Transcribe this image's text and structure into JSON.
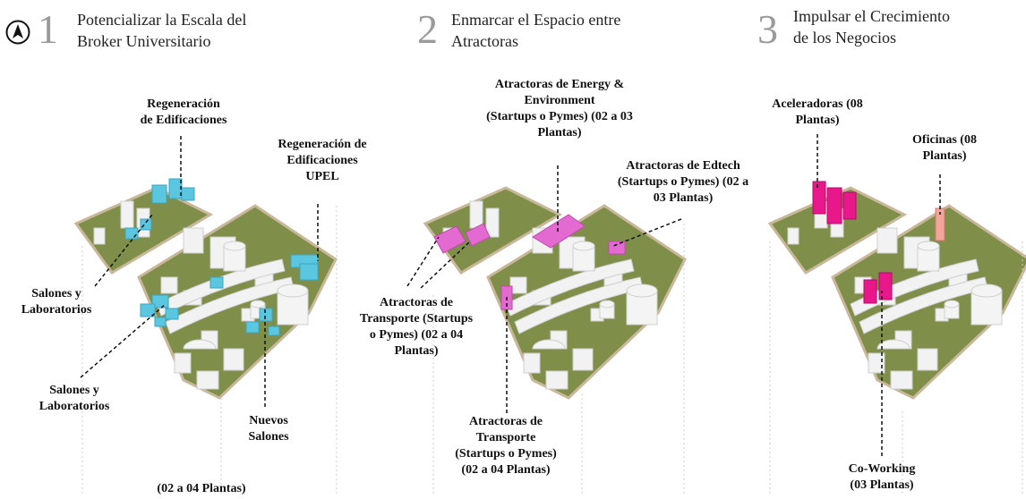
{
  "panels": [
    {
      "number": "1",
      "title_lines": [
        "Potencializar la Escala del",
        "Broker Universitario"
      ],
      "labels": [
        {
          "id": "regen-edif",
          "lines": [
            "Regeneración",
            "de Edificaciones"
          ]
        },
        {
          "id": "regen-upel",
          "lines": [
            "Regeneración de",
            "Edificaciones",
            "UPEL"
          ]
        },
        {
          "id": "salones-1",
          "lines": [
            "Salones y",
            "Laboratorios"
          ]
        },
        {
          "id": "salones-2",
          "lines": [
            "Salones y",
            "Laboratorios"
          ]
        },
        {
          "id": "nuevos-salones",
          "lines": [
            "Nuevos",
            "Salones"
          ]
        },
        {
          "id": "plantas",
          "lines": [
            "(02 a 04 Plantas)"
          ]
        }
      ]
    },
    {
      "number": "2",
      "title_lines": [
        "Enmarcar el Espacio entre",
        "Atractoras"
      ],
      "labels": [
        {
          "id": "energy",
          "lines": [
            "Atractoras de  Energy &",
            "Environment",
            "(Startups o Pymes) (02 a 03",
            "Plantas)"
          ]
        },
        {
          "id": "edtech",
          "lines": [
            "Atractoras de Edtech",
            "(Startups o Pymes) (02 a",
            "03 Plantas)"
          ]
        },
        {
          "id": "transporte-1",
          "lines": [
            "Atractoras de",
            "Transporte (Startups",
            "o Pymes) (02 a 04",
            "Plantas)"
          ]
        },
        {
          "id": "transporte-2",
          "lines": [
            "Atractoras de",
            "Transporte",
            "(Startups o Pymes)",
            "(02 a 04 Plantas)"
          ]
        }
      ]
    },
    {
      "number": "3",
      "title_lines": [
        "Impulsar el Crecimiento",
        "de los Negocios"
      ],
      "labels": [
        {
          "id": "aceleradoras",
          "lines": [
            "Aceleradoras (08",
            "Plantas)"
          ]
        },
        {
          "id": "oficinas",
          "lines": [
            "Oficinas (08",
            "Plantas)"
          ]
        },
        {
          "id": "coworking",
          "lines": [
            "Co-Working",
            "(03 Plantas)"
          ]
        }
      ]
    }
  ],
  "colors": {
    "ground": "#7f8f4a",
    "ground_edge": "#c9b79a",
    "building": "#f2f2f2",
    "building_shade": "#cfcfcf",
    "highlight_blue": "#5bc6e0",
    "highlight_pink": "#e36ad0",
    "highlight_magenta": "#e8178a",
    "highlight_salmon": "#f2a59a"
  },
  "icons": {
    "north": "north-arrow-icon"
  }
}
